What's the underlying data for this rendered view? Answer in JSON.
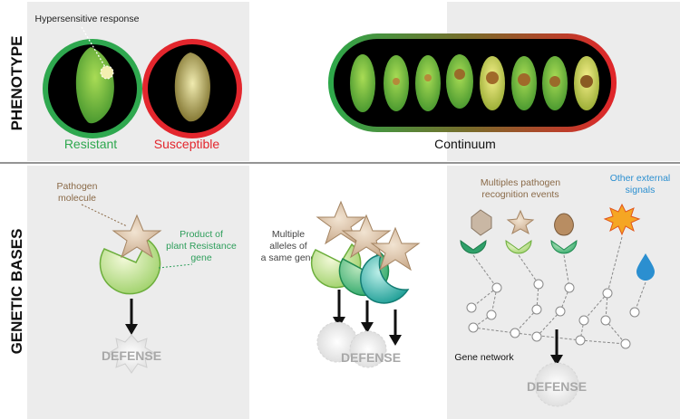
{
  "rows": {
    "phenotype": "PHENOTYPE",
    "genetic_bases": "GENETIC BASES"
  },
  "phenotype": {
    "hypersensitive_response": "Hypersensitive response",
    "resistant": "Resistant",
    "susceptible": "Susceptible",
    "continuum": "Continuum"
  },
  "genetic": {
    "panel1": {
      "pathogen_line1": "Pathogen",
      "pathogen_line2": "molecule",
      "product_line1": "Product of",
      "product_line2": "plant Resistance",
      "product_line3": "gene",
      "defense": "DEFENSE"
    },
    "panel2": {
      "alleles_line1": "Multiple",
      "alleles_line2": "alleles of",
      "alleles_line3": "a same gene",
      "defense": "DEFENSE"
    },
    "panel3": {
      "recognition_line1": "Multiples pathogen",
      "recognition_line2": "recognition events",
      "signals_line1": "Other external",
      "signals_line2": "signals",
      "gene_network": "Gene network",
      "defense": "DEFENSE"
    }
  },
  "colors": {
    "resistant_green": "#2fa84f",
    "susceptible_red": "#e3262d",
    "pathogen_brown": "#8a6a48",
    "product_green": "#2e9e5b",
    "signals_blue": "#2b8fd0"
  }
}
